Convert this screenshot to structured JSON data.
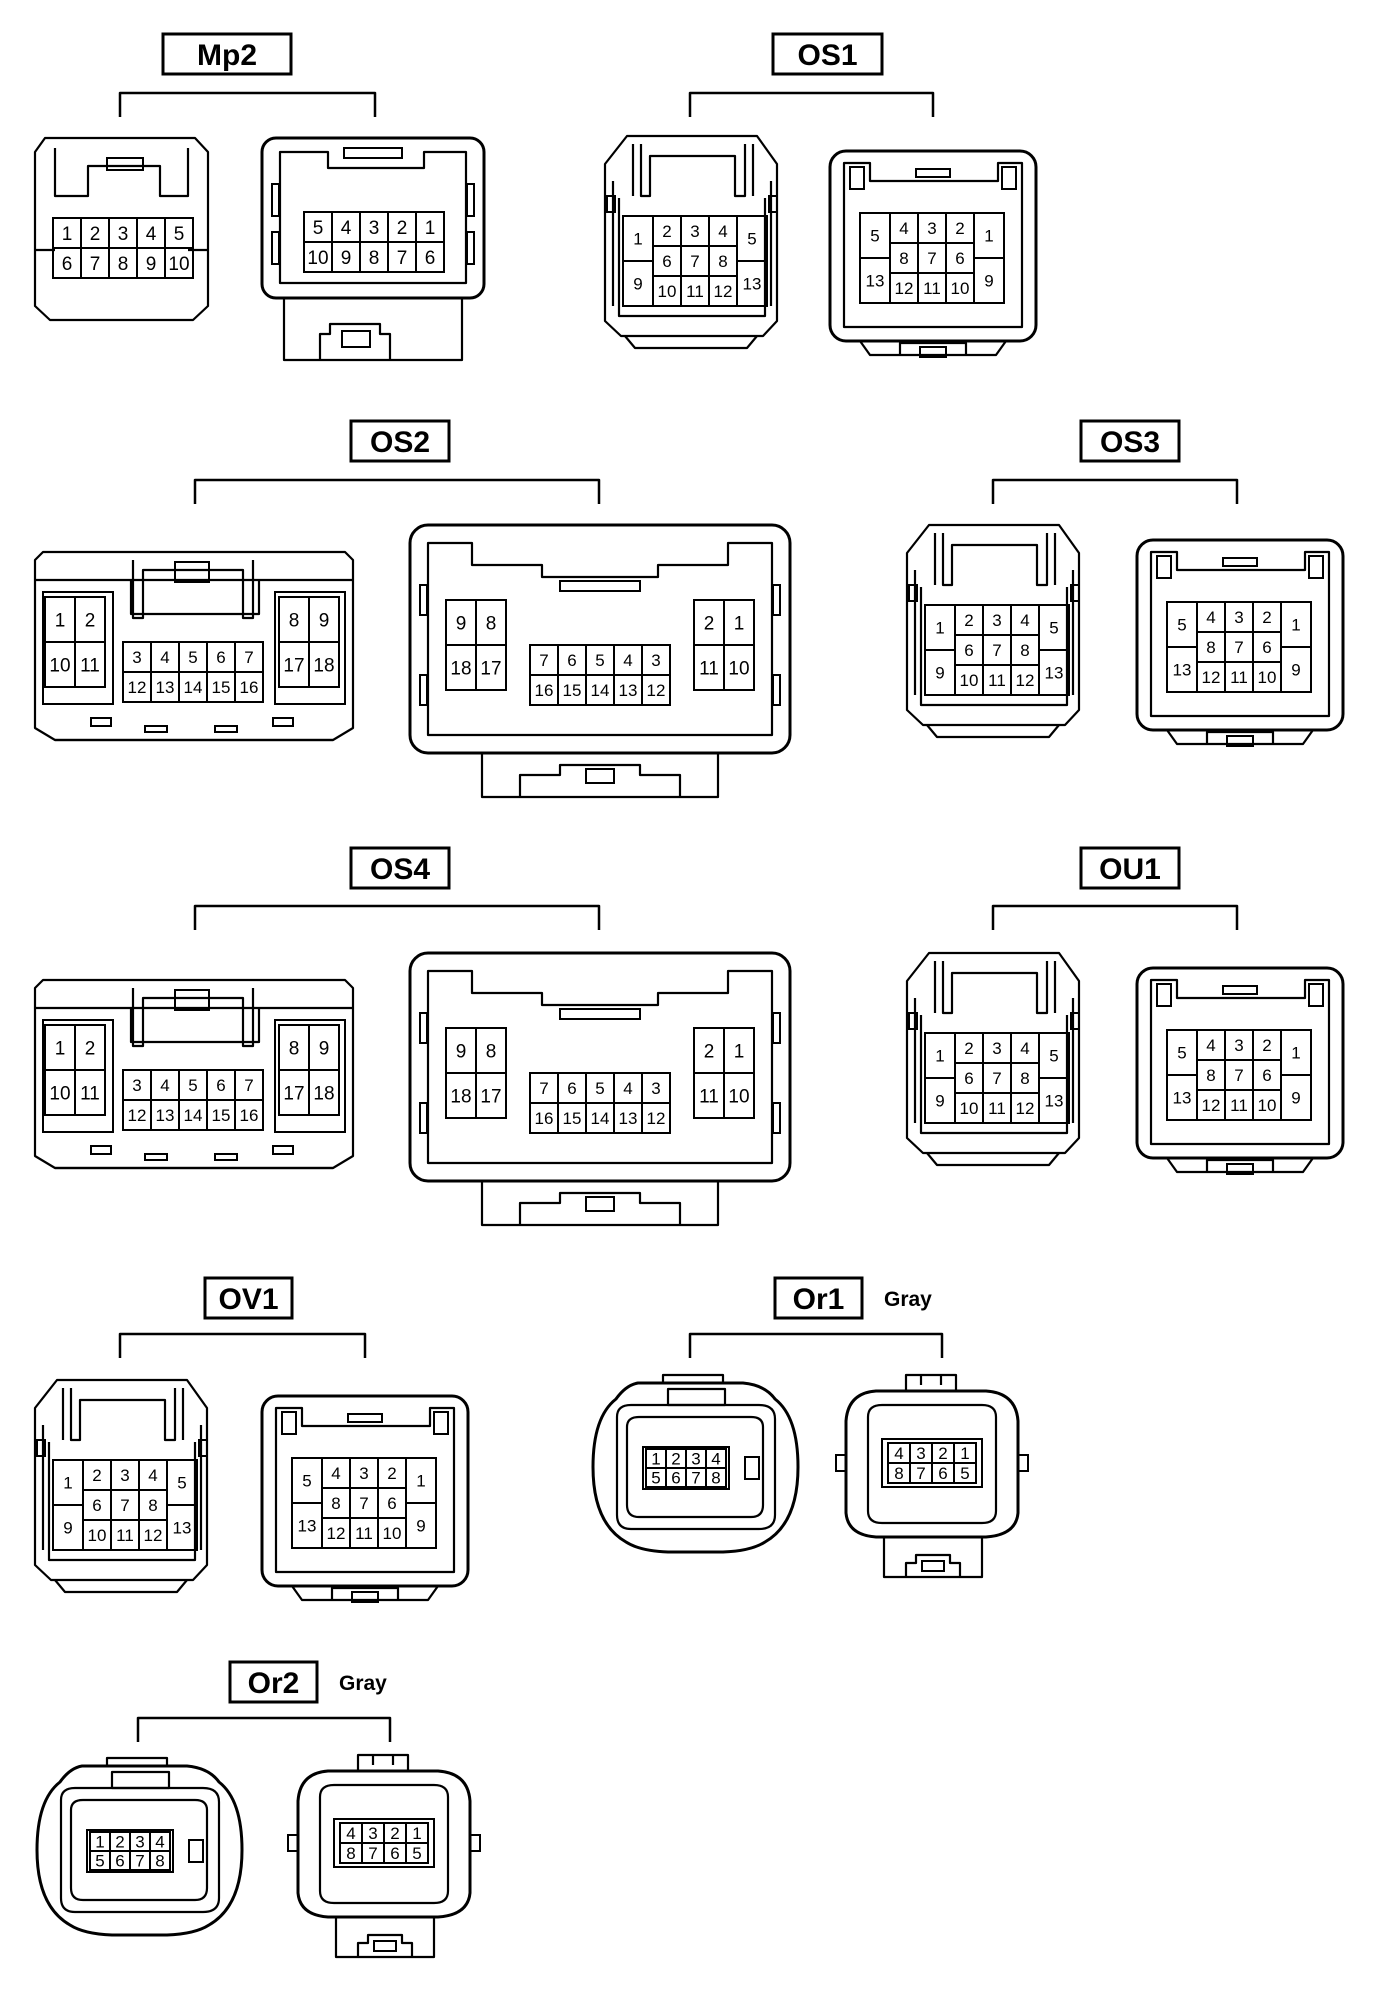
{
  "diagram": {
    "colors": {
      "line": "#000000",
      "background": "#ffffff"
    },
    "groups": [
      {
        "id": "mp2",
        "label": "Mp2",
        "note": "",
        "connectors": [
          {
            "style": "mp2-a",
            "rows": [
              [
                "1",
                "2",
                "3",
                "4",
                "5"
              ],
              [
                "6",
                "7",
                "8",
                "9",
                "10"
              ]
            ]
          },
          {
            "style": "mp2-b",
            "rows": [
              [
                "5",
                "4",
                "3",
                "2",
                "1"
              ],
              [
                "10",
                "9",
                "8",
                "7",
                "6"
              ]
            ]
          }
        ]
      },
      {
        "id": "os1",
        "label": "OS1",
        "note": "",
        "connectors": [
          {
            "style": "os13-a",
            "left": [
              "1",
              "9"
            ],
            "right": [
              "5",
              "13"
            ],
            "rows": [
              [
                "2",
                "3",
                "4"
              ],
              [
                "6",
                "7",
                "8"
              ],
              [
                "10",
                "11",
                "12"
              ]
            ]
          },
          {
            "style": "os13-b",
            "left": [
              "5",
              "13"
            ],
            "right": [
              "1",
              "9"
            ],
            "rows": [
              [
                "4",
                "3",
                "2"
              ],
              [
                "8",
                "7",
                "6"
              ],
              [
                "12",
                "11",
                "10"
              ]
            ]
          }
        ]
      },
      {
        "id": "os2",
        "label": "OS2",
        "note": "",
        "connectors": [
          {
            "style": "os18-a",
            "left": [
              [
                "1",
                "2"
              ],
              [
                "10",
                "11"
              ]
            ],
            "right": [
              [
                "8",
                "9"
              ],
              [
                "17",
                "18"
              ]
            ],
            "center": [
              [
                "3",
                "4",
                "5",
                "6",
                "7"
              ],
              [
                "12",
                "13",
                "14",
                "15",
                "16"
              ]
            ]
          },
          {
            "style": "os18-b",
            "left": [
              [
                "9",
                "8"
              ],
              [
                "18",
                "17"
              ]
            ],
            "right": [
              [
                "2",
                "1"
              ],
              [
                "11",
                "10"
              ]
            ],
            "center": [
              [
                "7",
                "6",
                "5",
                "4",
                "3"
              ],
              [
                "16",
                "15",
                "14",
                "13",
                "12"
              ]
            ]
          }
        ]
      },
      {
        "id": "os3",
        "label": "OS3",
        "note": "",
        "connectors": [
          {
            "style": "os13-a",
            "left": [
              "1",
              "9"
            ],
            "right": [
              "5",
              "13"
            ],
            "rows": [
              [
                "2",
                "3",
                "4"
              ],
              [
                "6",
                "7",
                "8"
              ],
              [
                "10",
                "11",
                "12"
              ]
            ]
          },
          {
            "style": "os13-b",
            "left": [
              "5",
              "13"
            ],
            "right": [
              "1",
              "9"
            ],
            "rows": [
              [
                "4",
                "3",
                "2"
              ],
              [
                "8",
                "7",
                "6"
              ],
              [
                "12",
                "11",
                "10"
              ]
            ]
          }
        ]
      },
      {
        "id": "os4",
        "label": "OS4",
        "note": "",
        "connectors": [
          {
            "style": "os18-a",
            "left": [
              [
                "1",
                "2"
              ],
              [
                "10",
                "11"
              ]
            ],
            "right": [
              [
                "8",
                "9"
              ],
              [
                "17",
                "18"
              ]
            ],
            "center": [
              [
                "3",
                "4",
                "5",
                "6",
                "7"
              ],
              [
                "12",
                "13",
                "14",
                "15",
                "16"
              ]
            ]
          },
          {
            "style": "os18-b",
            "left": [
              [
                "9",
                "8"
              ],
              [
                "18",
                "17"
              ]
            ],
            "right": [
              [
                "2",
                "1"
              ],
              [
                "11",
                "10"
              ]
            ],
            "center": [
              [
                "7",
                "6",
                "5",
                "4",
                "3"
              ],
              [
                "16",
                "15",
                "14",
                "13",
                "12"
              ]
            ]
          }
        ]
      },
      {
        "id": "ou1",
        "label": "OU1",
        "note": "",
        "connectors": [
          {
            "style": "os13-a",
            "left": [
              "1",
              "9"
            ],
            "right": [
              "5",
              "13"
            ],
            "rows": [
              [
                "2",
                "3",
                "4"
              ],
              [
                "6",
                "7",
                "8"
              ],
              [
                "10",
                "11",
                "12"
              ]
            ]
          },
          {
            "style": "os13-b",
            "left": [
              "5",
              "13"
            ],
            "right": [
              "1",
              "9"
            ],
            "rows": [
              [
                "4",
                "3",
                "2"
              ],
              [
                "8",
                "7",
                "6"
              ],
              [
                "12",
                "11",
                "10"
              ]
            ]
          }
        ]
      },
      {
        "id": "ov1",
        "label": "OV1",
        "note": "",
        "connectors": [
          {
            "style": "os13-a",
            "left": [
              "1",
              "9"
            ],
            "right": [
              "5",
              "13"
            ],
            "rows": [
              [
                "2",
                "3",
                "4"
              ],
              [
                "6",
                "7",
                "8"
              ],
              [
                "10",
                "11",
                "12"
              ]
            ]
          },
          {
            "style": "os13-b",
            "left": [
              "5",
              "13"
            ],
            "right": [
              "1",
              "9"
            ],
            "rows": [
              [
                "4",
                "3",
                "2"
              ],
              [
                "8",
                "7",
                "6"
              ],
              [
                "12",
                "11",
                "10"
              ]
            ]
          }
        ]
      },
      {
        "id": "or1",
        "label": "Or1",
        "note": "Gray",
        "connectors": [
          {
            "style": "or-a",
            "rows": [
              [
                "1",
                "2",
                "3",
                "4"
              ],
              [
                "5",
                "6",
                "7",
                "8"
              ]
            ]
          },
          {
            "style": "or-b",
            "rows": [
              [
                "4",
                "3",
                "2",
                "1"
              ],
              [
                "8",
                "7",
                "6",
                "5"
              ]
            ]
          }
        ]
      },
      {
        "id": "or2",
        "label": "Or2",
        "note": "Gray",
        "connectors": [
          {
            "style": "or-a",
            "rows": [
              [
                "1",
                "2",
                "3",
                "4"
              ],
              [
                "5",
                "6",
                "7",
                "8"
              ]
            ]
          },
          {
            "style": "or-b",
            "rows": [
              [
                "4",
                "3",
                "2",
                "1"
              ],
              [
                "8",
                "7",
                "6",
                "5"
              ]
            ]
          }
        ]
      }
    ]
  }
}
